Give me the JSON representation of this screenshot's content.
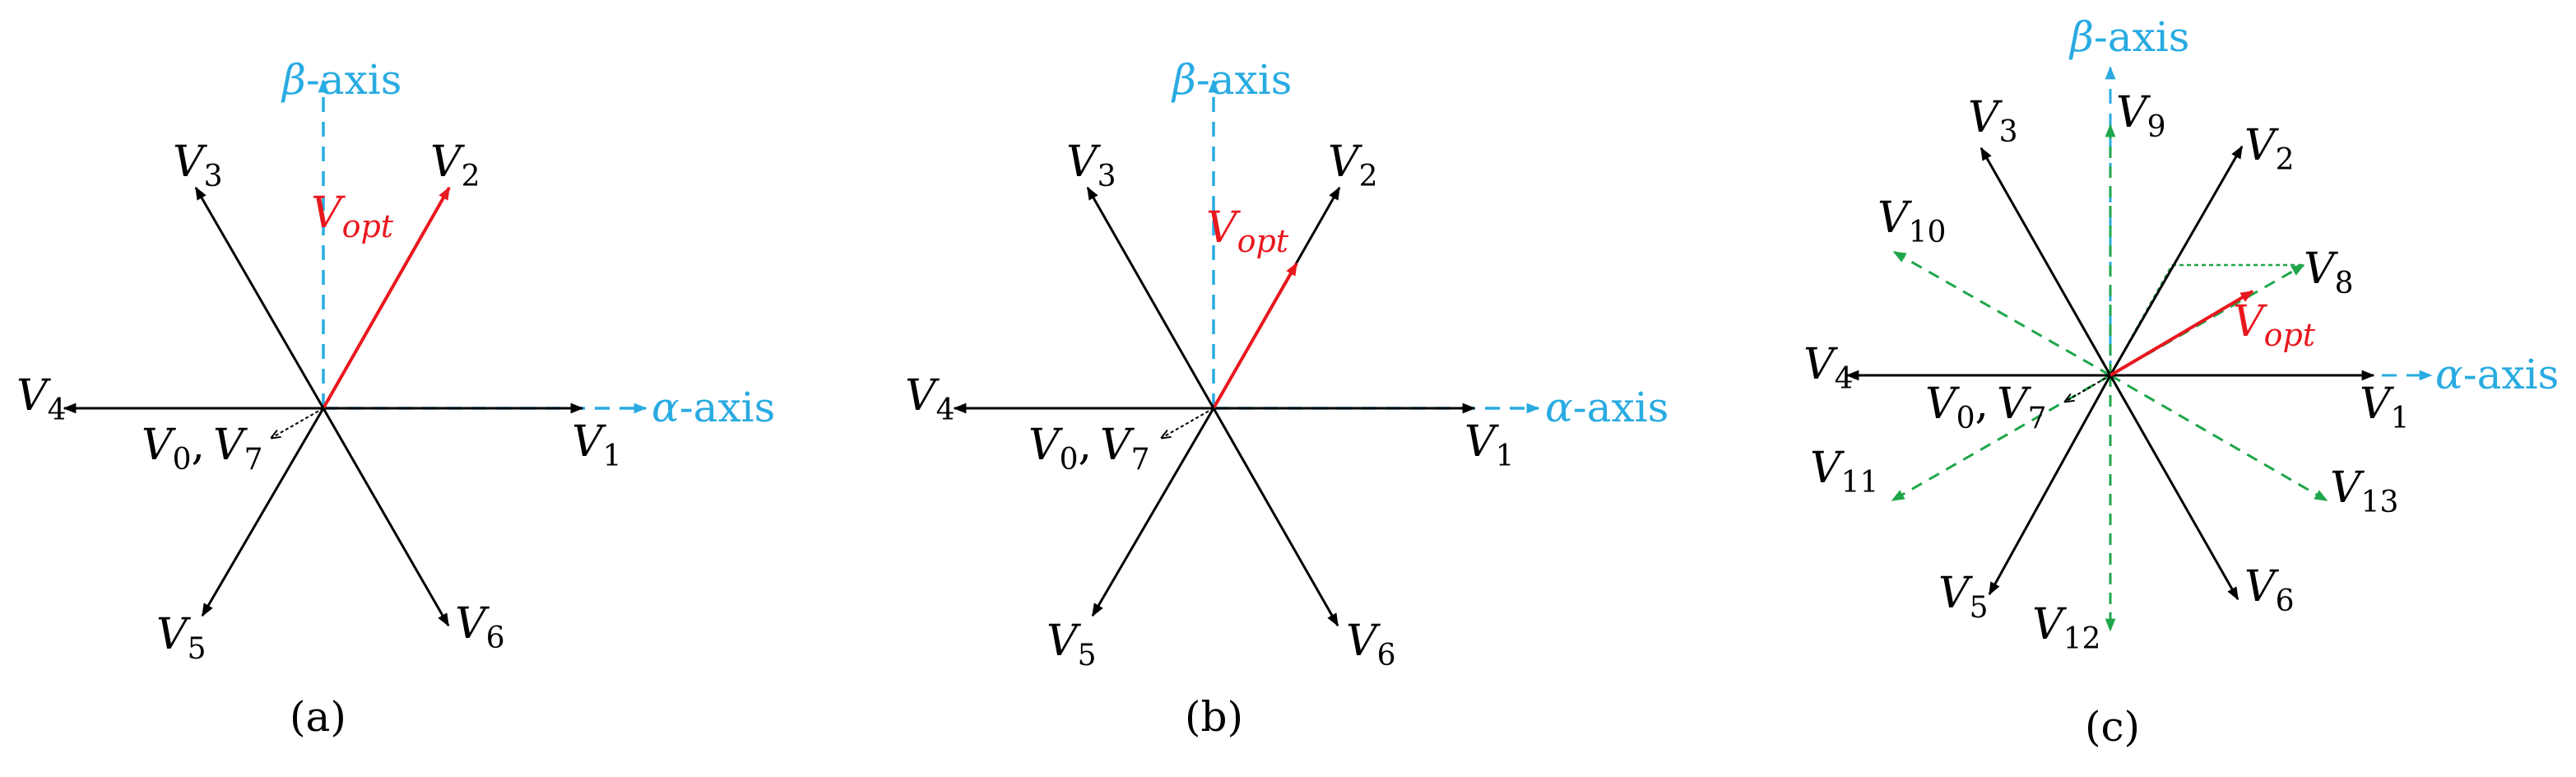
{
  "colors": {
    "vector": "#000000",
    "axis": "#29ABE2",
    "optimal": "#E8181E",
    "virtual": "#1FA64A"
  },
  "panels": [
    {
      "caption": "(a)",
      "beta_axis": {
        "symbol": "β",
        "suffix": "-axis"
      },
      "alpha_axis": {
        "symbol": "α",
        "suffix": "-axis"
      },
      "vectors": [
        {
          "label": "V",
          "sub": "1"
        },
        {
          "label": "V",
          "sub": "2"
        },
        {
          "label": "V",
          "sub": "3"
        },
        {
          "label": "V",
          "sub": "4"
        },
        {
          "label": "V",
          "sub": "5"
        },
        {
          "label": "V",
          "sub": "6"
        }
      ],
      "zero_vector": {
        "a": "V",
        "a_sub": "0",
        "sep": ",",
        "b": "V",
        "b_sub": "7"
      },
      "optimal": {
        "label": "V",
        "sub": "opt"
      }
    },
    {
      "caption": "(b)",
      "beta_axis": {
        "symbol": "β",
        "suffix": "-axis"
      },
      "alpha_axis": {
        "symbol": "α",
        "suffix": "-axis"
      },
      "vectors": [
        {
          "label": "V",
          "sub": "1"
        },
        {
          "label": "V",
          "sub": "2"
        },
        {
          "label": "V",
          "sub": "3"
        },
        {
          "label": "V",
          "sub": "4"
        },
        {
          "label": "V",
          "sub": "5"
        },
        {
          "label": "V",
          "sub": "6"
        }
      ],
      "zero_vector": {
        "a": "V",
        "a_sub": "0",
        "sep": ",",
        "b": "V",
        "b_sub": "7"
      },
      "optimal": {
        "label": "V",
        "sub": "opt"
      }
    },
    {
      "caption": "(c)",
      "beta_axis": {
        "symbol": "β",
        "suffix": "-axis"
      },
      "alpha_axis": {
        "symbol": "α",
        "suffix": "-axis"
      },
      "vectors": [
        {
          "label": "V",
          "sub": "1"
        },
        {
          "label": "V",
          "sub": "2"
        },
        {
          "label": "V",
          "sub": "3"
        },
        {
          "label": "V",
          "sub": "4"
        },
        {
          "label": "V",
          "sub": "5"
        },
        {
          "label": "V",
          "sub": "6"
        }
      ],
      "virtual_vectors": [
        {
          "label": "V",
          "sub": "8"
        },
        {
          "label": "V",
          "sub": "9"
        },
        {
          "label": "V",
          "sub": "10"
        },
        {
          "label": "V",
          "sub": "11"
        },
        {
          "label": "V",
          "sub": "12"
        },
        {
          "label": "V",
          "sub": "13"
        }
      ],
      "zero_vector": {
        "a": "V",
        "a_sub": "0",
        "sep": ",",
        "b": "V",
        "b_sub": "7"
      },
      "optimal": {
        "label": "V",
        "sub": "opt"
      }
    }
  ]
}
